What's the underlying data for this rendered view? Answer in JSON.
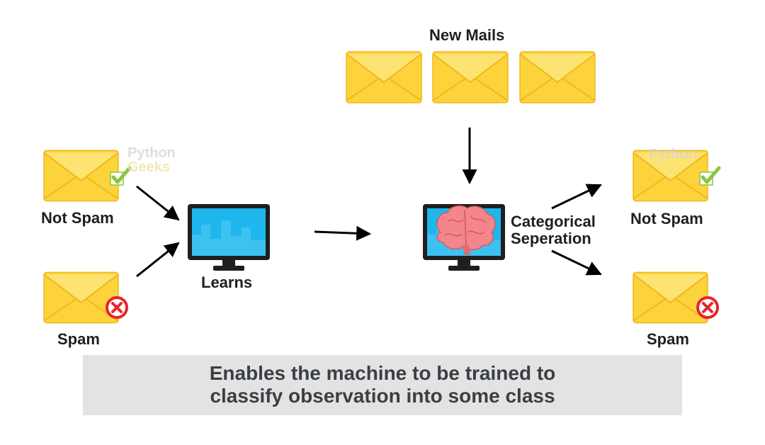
{
  "labels": {
    "new_mails": "New Mails",
    "learn_not_spam": "Not Spam",
    "learn_spam": "Spam",
    "learns": "Learns",
    "categorical_1": "Categorical",
    "categorical_2": "Seperation",
    "result_not_spam": "Not Spam",
    "result_spam": "Spam"
  },
  "caption": {
    "line1": "Enables the machine to be trained to",
    "line2": "classify observation into some class"
  },
  "watermark": {
    "word1": "Python",
    "word2": "Geeks"
  },
  "icons": {
    "envelope": "envelope-icon",
    "check": "checkmark-icon",
    "cross": "cross-circle-icon",
    "monitor": "monitor-icon",
    "brain": "brain-icon"
  },
  "colors": {
    "envelope_fill": "#fcd33b",
    "envelope_shade": "#f2bd20",
    "check_green": "#8bc53f",
    "cross_red": "#e5262c",
    "screen_blue": "#1eb6ec",
    "monitor_frame": "#1f1f1f",
    "brain_pink": "#f2868a",
    "caption_bg": "#e3e3e3",
    "caption_text": "#3a3f45"
  }
}
